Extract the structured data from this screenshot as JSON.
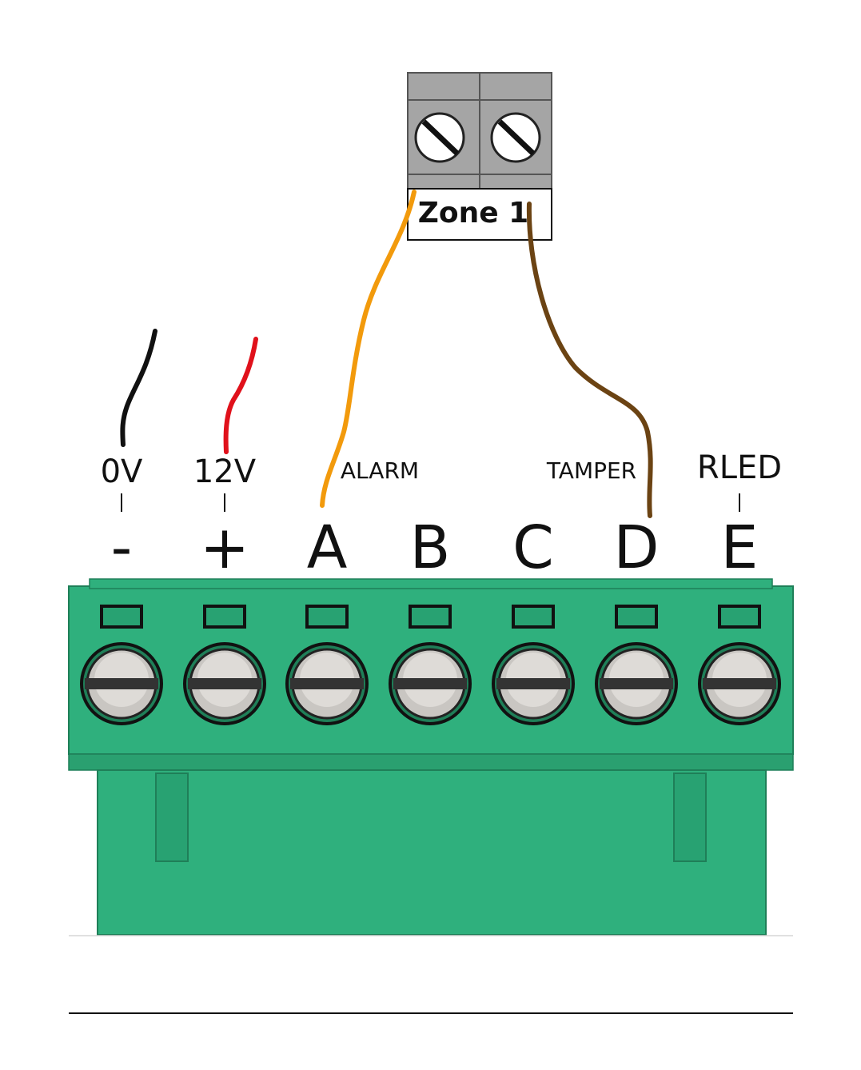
{
  "zone_block": {
    "label": "Zone 1",
    "body_color": "#a5a5a5",
    "screw_color": "#ffffff"
  },
  "terminal_block": {
    "body_color": "#2fb07d",
    "body_dark": "#1f7f58",
    "terminals": [
      {
        "letter": "-",
        "signal": "0V"
      },
      {
        "letter": "+",
        "signal": "12V"
      },
      {
        "letter": "A",
        "signal": "ALARM"
      },
      {
        "letter": "B",
        "signal": ""
      },
      {
        "letter": "C",
        "signal": ""
      },
      {
        "letter": "D",
        "signal": "TAMPER"
      },
      {
        "letter": "E",
        "signal": "RLED"
      }
    ]
  },
  "wires": {
    "black": "#111111",
    "red": "#e0111b",
    "orange": "#f29a0c",
    "brown": "#6b4313"
  }
}
